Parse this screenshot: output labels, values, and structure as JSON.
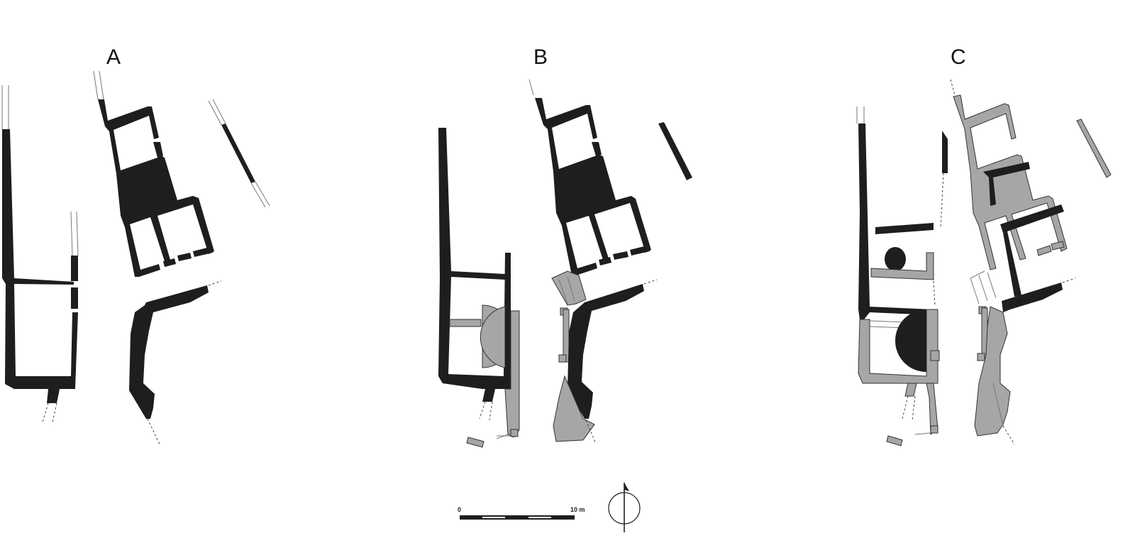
{
  "panels": [
    {
      "id": "A",
      "label": "A"
    },
    {
      "id": "B",
      "label": "B"
    },
    {
      "id": "C",
      "label": "C"
    }
  ],
  "scale_bar": {
    "start_label": "0",
    "end_label": "10 m"
  },
  "north_arrow": {
    "icon": "north-arrow-icon"
  },
  "legend_colors": {
    "phase_black": "#1e1e1e",
    "phase_grey": "#a6a6a6"
  }
}
